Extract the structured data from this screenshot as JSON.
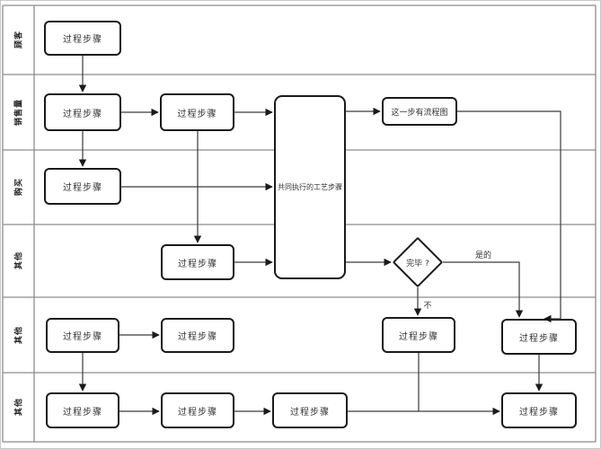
{
  "diagram": {
    "lanes": [
      {
        "label": "顾客"
      },
      {
        "label": "销售量"
      },
      {
        "label": "购买"
      },
      {
        "label": "其他"
      },
      {
        "label": "其他"
      },
      {
        "label": "其他"
      }
    ],
    "nodes": [
      {
        "id": "customer-step",
        "label": "过程步骤"
      },
      {
        "id": "sales-step-1",
        "label": "过程步骤"
      },
      {
        "id": "sales-step-2",
        "label": "过程步骤"
      },
      {
        "id": "purchase-step",
        "label": "过程步骤"
      },
      {
        "id": "joint-process",
        "label": "共同执行的工艺步骤"
      },
      {
        "id": "has-subflow",
        "label": "这一步有流程图"
      },
      {
        "id": "decision-done",
        "label": "完毕 ?"
      },
      {
        "id": "other1-step",
        "label": "过程步骤"
      },
      {
        "id": "other2-step-1",
        "label": "过程步骤"
      },
      {
        "id": "other2-step-2",
        "label": "过程步骤"
      },
      {
        "id": "other2-step-3",
        "label": "过程步骤"
      },
      {
        "id": "other2-step-4",
        "label": "过程步骤"
      },
      {
        "id": "other3-step-1",
        "label": "过程步骤"
      },
      {
        "id": "other3-step-2",
        "label": "过程步骤"
      },
      {
        "id": "other3-step-3",
        "label": "过程步骤"
      },
      {
        "id": "other3-step-4",
        "label": "过程步骤"
      }
    ],
    "edge_labels": {
      "yes": "是的",
      "no": "不"
    },
    "colors": {
      "background": "#ffffff",
      "shape_border": "#1a1a1a",
      "lane_line": "#8c8c8c",
      "connector": "#3a3a3a",
      "text": "#333333",
      "canvas_border": "#c8c8c8"
    }
  }
}
